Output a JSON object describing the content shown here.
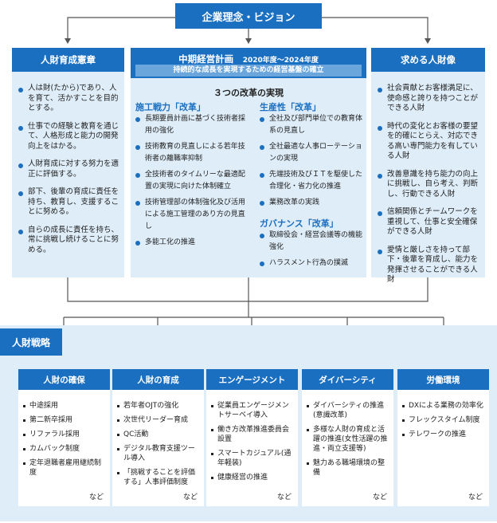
{
  "vision": "企業理念・ビジョン",
  "left": {
    "title": "人財育成憲章",
    "items": [
      "人は財(たから)であり、人を育て、活かすことを目的とする。",
      "仕事での経験と教育を通じて、人格形成と能力の開発向上をはかる。",
      "人財育成に対する努力を適正に評価する。",
      "部下、後輩の育成に責任を持ち、教育し、支援することに努める。",
      "自らの成長に責任を持ち、常に挑戦し続けることに努める。"
    ]
  },
  "center": {
    "title": "中期経営計画",
    "period": "2020年度～2024年度",
    "subtitle": "持続的な成長を実現するための経営基盤の確立",
    "reform_heading": "３つの改革の実現",
    "construction_title": "施工戦力「改革」",
    "construction_items": [
      "長期要員計画に基づく技術者採用の強化",
      "技術教育の見直しによる若年技術者の離職率抑制",
      "全技術者のタイムリーな最適配置の実現に向けた体制確立",
      "技術管理部の体制強化及び活用による施工管理のあり方の見直し",
      "多能工化の推進"
    ],
    "productivity_title": "生産性「改革」",
    "productivity_items": [
      "全社及び部門単位での教育体系の見直し",
      "全社最適な人事ローテーションの実現",
      "先端技術及びＩＴを駆使した合理化・省力化の推進",
      "業務改革の実践"
    ],
    "governance_title": "ガバナンス「改革」",
    "governance_items": [
      "取締役会・経営会議等の機能強化",
      "ハラスメント行為の撲滅"
    ]
  },
  "right": {
    "title": "求める人財像",
    "items": [
      "社会貢献とお客様満足に、使命感と誇りを持つことができる人財",
      "時代の変化とお客様の要望を的確にとらえ、対応できる高い専門能力を有している人財",
      "改善意識を持ち能力の向上に挑戦し、自ら考え、判断し、行動できる人財",
      "信頼関係とチームワークを重視して、仕事と安全確保ができる人財",
      "愛情と厳しさを持って部下・後輩を育成し、能力を発揮させることができる人財"
    ]
  },
  "strategy": {
    "label": "人財戦略",
    "more": "など",
    "boxes": [
      {
        "title": "人財の確保",
        "items": [
          "中途採用",
          "第二新卒採用",
          "リファラル採用",
          "カムバック制度",
          "定年退職者雇用継続制度"
        ]
      },
      {
        "title": "人財の育成",
        "items": [
          "若年者OJTの強化",
          "次世代リーダー育成",
          "QC活動",
          "デジタル教育支援ツール導入",
          "「挑戦することを評価する」人事評価制度"
        ]
      },
      {
        "title": "エンゲージメント",
        "items": [
          "従業員エンゲージメントサーベイ導入",
          "働き方改革推進委員会設置",
          "スマートカジュアル(通年軽装)",
          "健康経営の推進"
        ]
      },
      {
        "title": "ダイバーシティ",
        "items": [
          "ダイバーシティの推進(意識改革)",
          "多様な人財の育成と活躍の推進(女性活躍の推進・両立支援等)",
          "魅力ある職場環境の整備"
        ]
      },
      {
        "title": "労働環境",
        "items": [
          "DXによる業務の効率化",
          "フレックスタイム制度",
          "テレワークの推進"
        ]
      }
    ]
  }
}
